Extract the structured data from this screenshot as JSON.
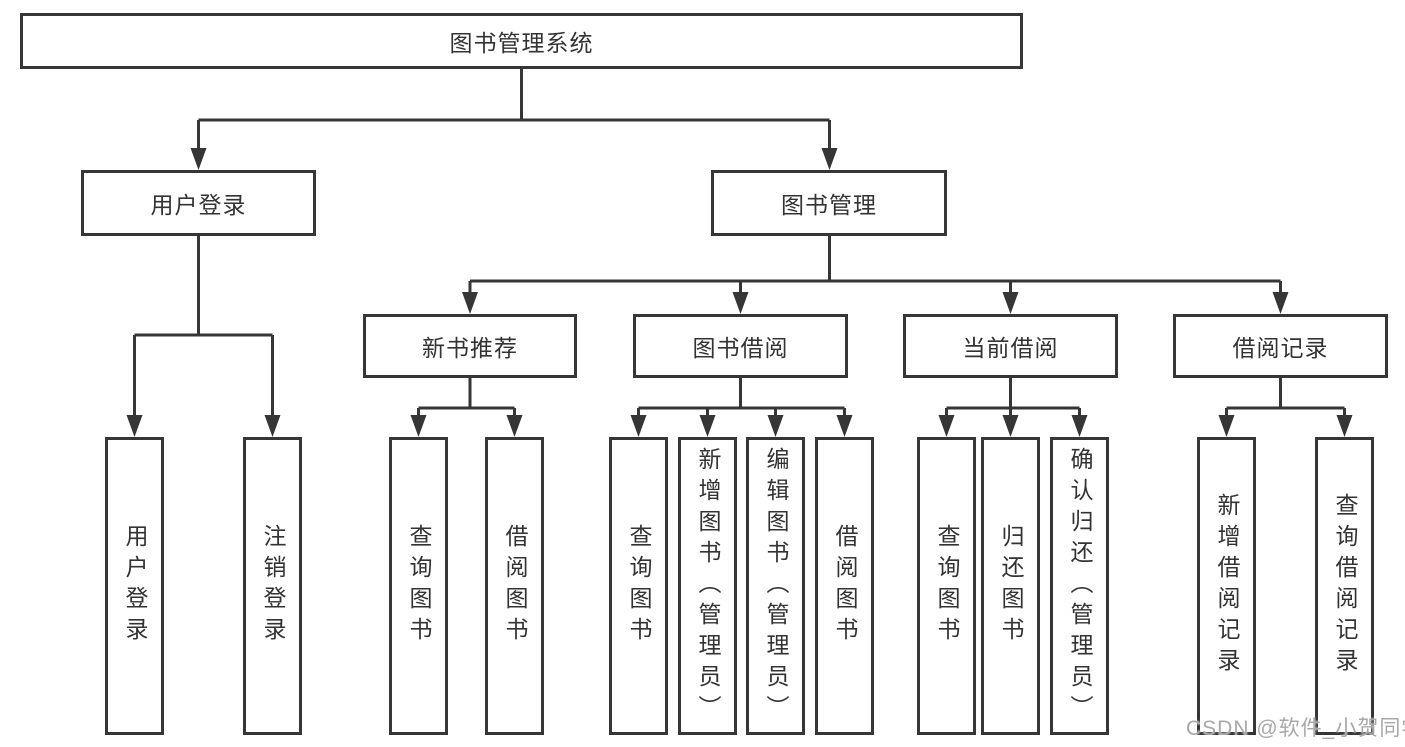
{
  "diagram": {
    "label": "图书管理系统",
    "children": [
      {
        "label": "用户登录",
        "children": [
          {
            "label": "用户登录"
          },
          {
            "label": "注销登录"
          }
        ]
      },
      {
        "label": "图书管理",
        "children": [
          {
            "label": "新书推荐",
            "children": [
              {
                "label": "查询图书"
              },
              {
                "label": "借阅图书"
              }
            ]
          },
          {
            "label": "图书借阅",
            "children": [
              {
                "label": "查询图书"
              },
              {
                "label": "新增图书（管理员）"
              },
              {
                "label": "编辑图书（管理员）"
              },
              {
                "label": "借阅图书"
              }
            ]
          },
          {
            "label": "当前借阅",
            "children": [
              {
                "label": "查询图书"
              },
              {
                "label": "归还图书"
              },
              {
                "label": "确认归还（管理员）"
              }
            ]
          },
          {
            "label": "借阅记录",
            "children": [
              {
                "label": "新增借阅记录"
              },
              {
                "label": "查询借阅记录"
              }
            ]
          }
        ]
      }
    ]
  },
  "watermark": {
    "text": "CSDN @软件_小贺同学"
  },
  "colors": {
    "line": "#363636",
    "text": "#333333",
    "watermark": "#a8a8a8",
    "background": "#ffffff"
  }
}
